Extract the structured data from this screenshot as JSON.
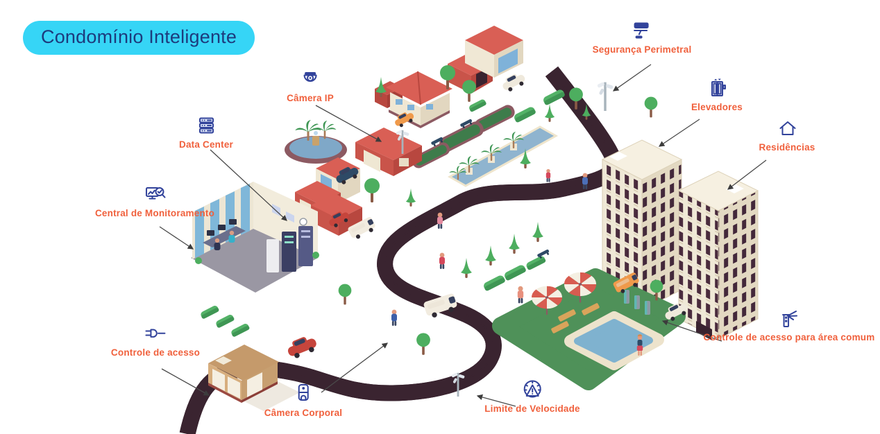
{
  "title": {
    "badge_label": "Condomínio Inteligente"
  },
  "colors": {
    "badge_bg": "#36d5f6",
    "badge_text": "#1d3b7d",
    "label_text": "#f0603c",
    "icon_blue": "#32439b"
  },
  "annotations": [
    {
      "id": "camera-ip",
      "label": "Câmera IP",
      "icon": "dome-camera-icon"
    },
    {
      "id": "seguranca-perimetral",
      "label": "Segurança Perimetral",
      "icon": "cctv-camera-icon"
    },
    {
      "id": "data-center",
      "label": "Data Center",
      "icon": "server-rack-icon"
    },
    {
      "id": "elevadores",
      "label": "Elevadores",
      "icon": "elevator-icon"
    },
    {
      "id": "residencias",
      "label": "Residências",
      "icon": "house-icon"
    },
    {
      "id": "central-de-monitoramento",
      "label": "Central de Monitoramento",
      "icon": "monitor-search-icon"
    },
    {
      "id": "controle-de-acesso",
      "label": "Controle de acesso",
      "icon": "plug-icon"
    },
    {
      "id": "camera-corporal",
      "label": "Câmera Corporal",
      "icon": "body-camera-icon"
    },
    {
      "id": "limite-de-velocidade",
      "label": "Limite de Velocidade",
      "icon": "speedometer-warning-icon"
    },
    {
      "id": "controle-de-acesso-area-comum",
      "label": "Controle de acesso para área comum",
      "icon": "turnstile-icon"
    }
  ]
}
